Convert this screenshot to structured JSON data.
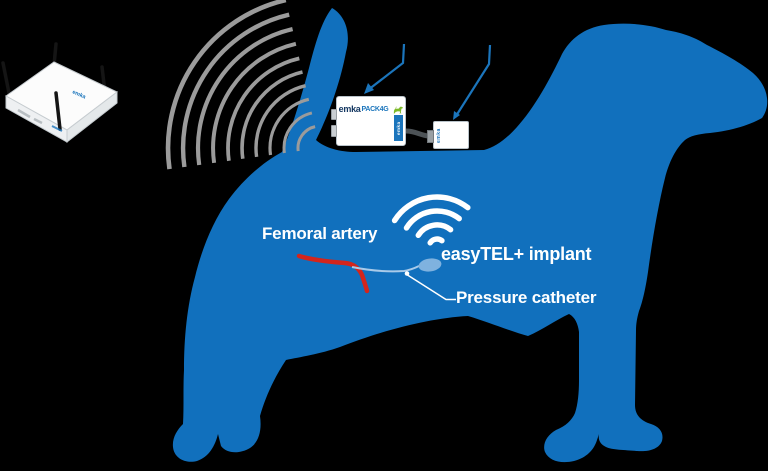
{
  "colors": {
    "background_black": "#000000",
    "dog_blue": "#1170BD",
    "signal_gray": "#9B9B9B",
    "callout_blue": "#1B75BC",
    "artery_red": "#D3251C",
    "catheter_light": "#A9CAE9",
    "implant_light": "#7FB2DF",
    "emka_navy": "#153862",
    "emka_blue": "#1B75BC",
    "emka_green": "#7DB928",
    "label_white": "#FFFFFF",
    "device_white": "#FFFFFF"
  },
  "labels": {
    "femoral_artery": "Femoral artery",
    "implant": "easyTEL+ implant",
    "pressure_catheter": "Pressure catheter"
  },
  "devices": {
    "pack": {
      "brand": "emka",
      "model": "PACK4G",
      "side_label": "emka"
    },
    "transmitter": {
      "side_label": "emka"
    },
    "receiver": {
      "label": "emka",
      "antenna_count": 4
    }
  },
  "icons": {
    "implant_signal": "wifi-icon",
    "pack_signal": "radio-waves-icon",
    "pack_brand_mark": "dog-icon"
  }
}
